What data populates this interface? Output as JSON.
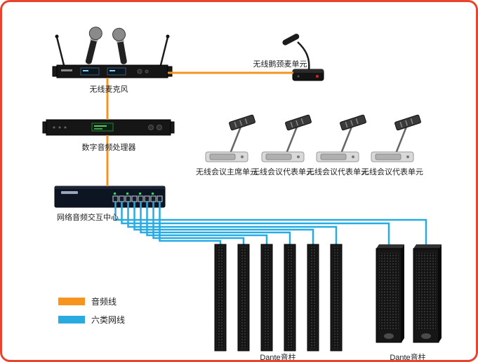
{
  "diagram": {
    "devices": {
      "wireless_mic_receiver": {
        "label": "无线麦克风"
      },
      "gooseneck_mic": {
        "label": "无线鹅颈麦单元"
      },
      "dsp": {
        "label": "数字音频处理器"
      },
      "network_switch": {
        "label": "网络音频交互中心"
      },
      "conference_units": [
        {
          "label": "无线会议主席单元"
        },
        {
          "label": "无线会议代表单元"
        },
        {
          "label": "无线会议代表单元"
        },
        {
          "label": "无线会议代表单元"
        }
      ],
      "column_speakers": {
        "label": "Dante音柱"
      },
      "dante_speakers": {
        "label": "Dante音柱"
      }
    },
    "legend": {
      "items": [
        {
          "name": "audio-cable",
          "label": "音频线",
          "color": "#F7941D"
        },
        {
          "name": "cat6-cable",
          "label": "六类网线",
          "color": "#29ABE2"
        }
      ]
    },
    "border_color": "#E8432E"
  }
}
